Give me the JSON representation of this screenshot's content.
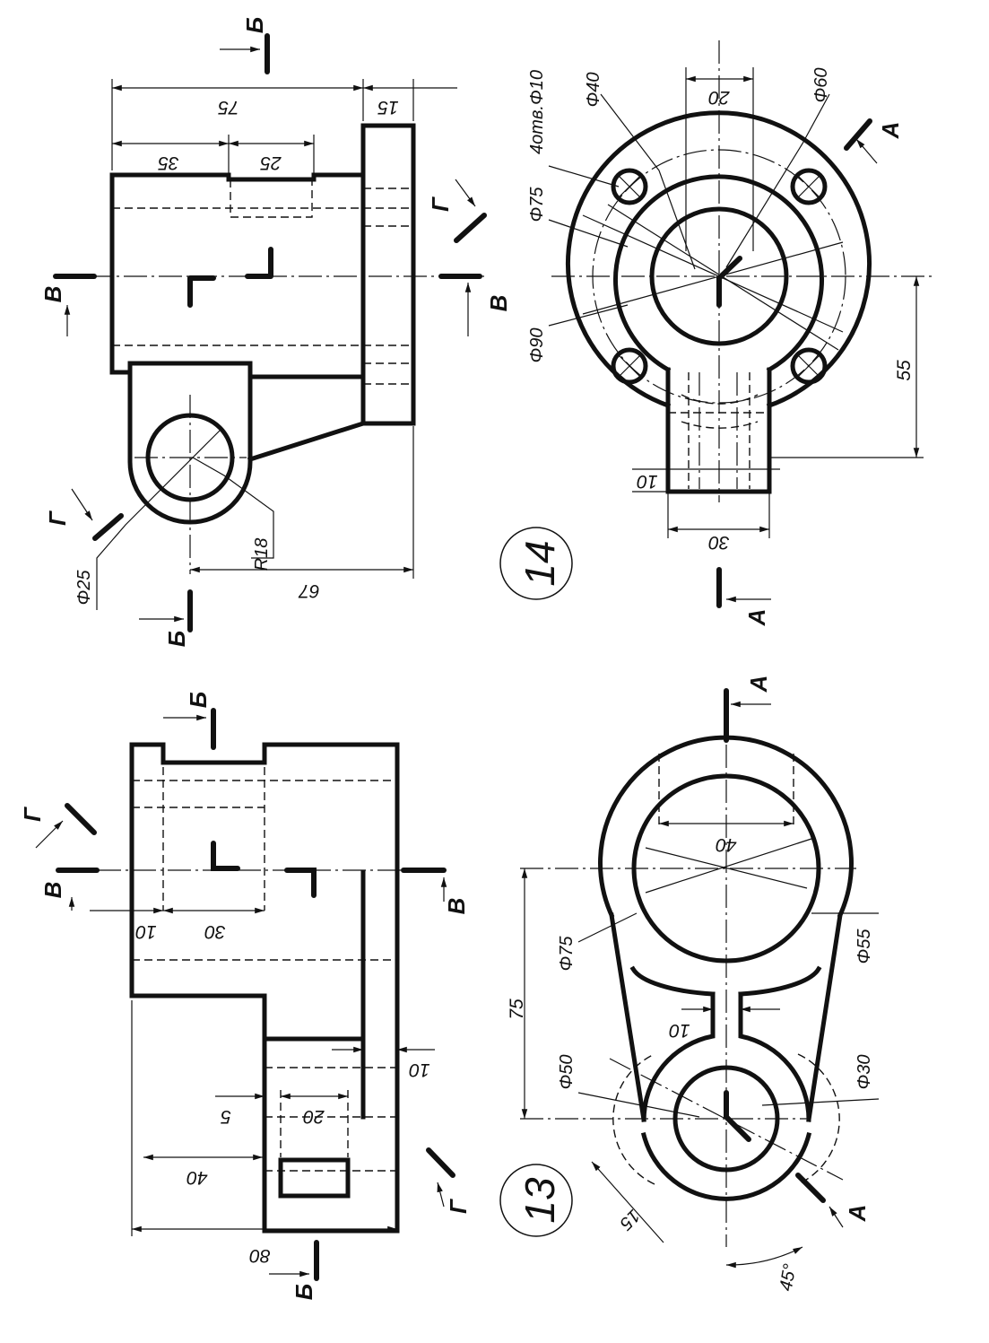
{
  "drawing_14": {
    "number": "14",
    "section_letters": {
      "b": "Б",
      "v": "В",
      "g": "Г",
      "a": "А"
    },
    "dims": {
      "d75_top": "75",
      "d15_top": "15",
      "d35": "35",
      "d25": "25",
      "d67": "67",
      "r18": "R18",
      "phi25": "Φ25",
      "phi40": "Φ40",
      "holes": "4отв.Φ10",
      "d20": "20",
      "phi60": "Φ60",
      "phi75": "Φ75",
      "phi90": "Φ90",
      "d55": "55",
      "d10": "10",
      "d30": "30"
    }
  },
  "drawing_13": {
    "number": "13",
    "section_letters": {
      "b": "Б",
      "v": "В",
      "g": "Г",
      "a": "А"
    },
    "dims": {
      "d10_left": "10",
      "d30": "30",
      "d10_right": "10",
      "d5": "5",
      "d20": "20",
      "d40_side": "40",
      "d80": "80",
      "d40_plan": "40",
      "phi75": "Φ75",
      "phi55": "Φ55",
      "d75": "75",
      "d10_plan": "10",
      "phi50": "Φ50",
      "phi30": "Φ30",
      "d15": "15",
      "angle45": "45°"
    }
  }
}
